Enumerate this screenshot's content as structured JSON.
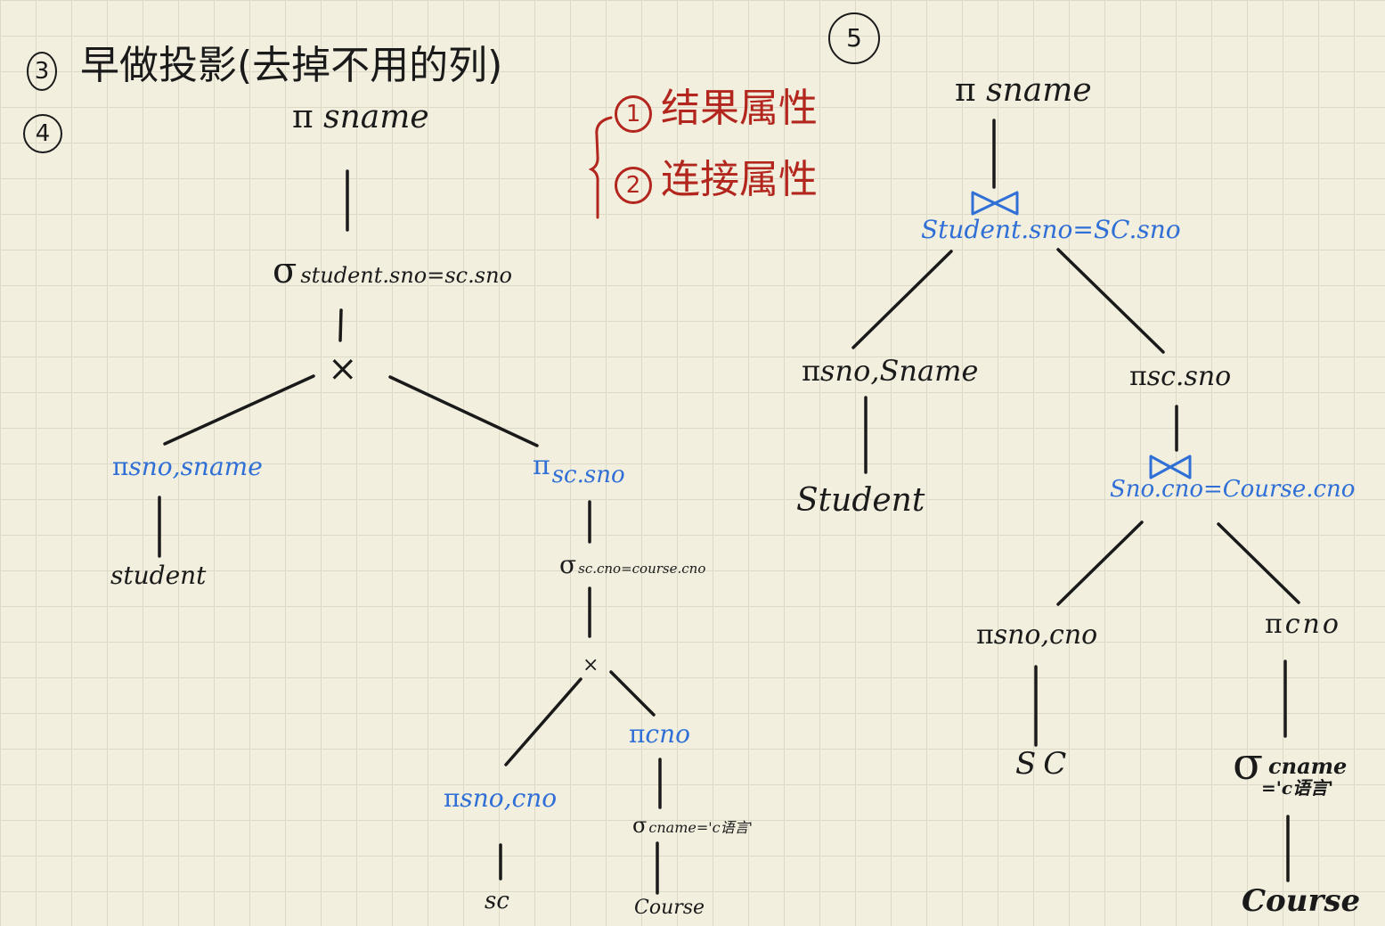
{
  "headings": {
    "step3_marker": "3",
    "step3_title": "早做投影(去掉不用的列)",
    "step4_marker": "4",
    "step5_marker": "5"
  },
  "notes": {
    "item1_marker": "1",
    "item1_text": "结果属性",
    "item2_marker": "2",
    "item2_text": "连接属性",
    "brace": "{"
  },
  "tree4": {
    "root_project": "sname",
    "select_top": "student.sno=sc.sno",
    "product_top": "×",
    "left_project": "sno,sname",
    "left_table": "student",
    "right_project": "sc.sno",
    "select_mid": "sc.cno=course.cno",
    "product_low": "×",
    "sc_project": "sno,cno",
    "sc_table": "sc",
    "course_project": "cno",
    "course_select": "cname='c语言'",
    "course_table": "Course"
  },
  "tree5": {
    "root_project": "sname",
    "join_top_symbol": "⋈",
    "join_top_cond": "Student.sno=SC.sno",
    "left_project": "sno,Sname",
    "left_table": "Student",
    "right_project": "sc.sno",
    "join_low_symbol": "⋈",
    "join_low_cond": "Sno.cno=Course.cno",
    "sc_project": "sno,cno",
    "sc_table": "SC",
    "course_project": "cno",
    "course_select_attr": "cname",
    "course_select_val": "='c语言'",
    "course_table": "Course"
  },
  "symbols": {
    "pi": "π",
    "sigma": "σ"
  },
  "colors": {
    "ink": "#1a1a1a",
    "blue": "#2f6fd6",
    "red": "#b3261e",
    "paper": "#f2efdf",
    "grid": "#dcd9c6"
  }
}
